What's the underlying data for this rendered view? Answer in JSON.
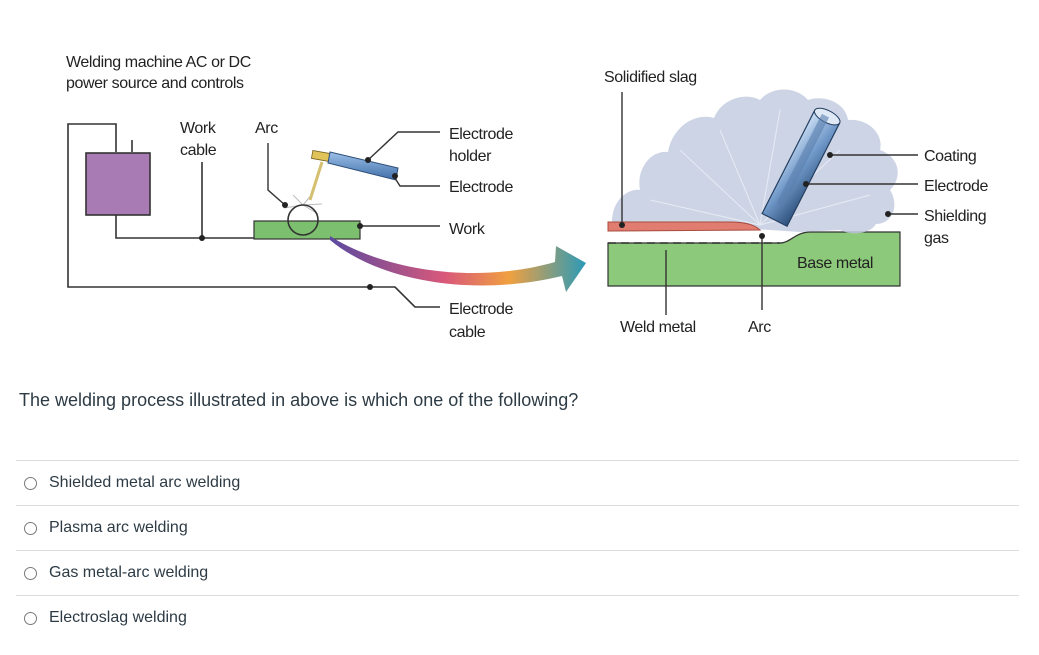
{
  "diagram": {
    "power_source_label": [
      "Welding machine AC or DC",
      "power source and controls"
    ],
    "work_cable_label": [
      "Work",
      "cable"
    ],
    "arc_label": "Arc",
    "electrode_holder_label": [
      "Electrode",
      "holder"
    ],
    "electrode_label": "Electrode",
    "work_label": "Work",
    "electrode_cable_label": [
      "Electrode",
      "cable"
    ],
    "solidified_slag_label": "Solidified slag",
    "coating_label": "Coating",
    "detail_electrode_label": "Electrode",
    "shielding_gas_label": [
      "Shielding",
      "gas"
    ],
    "base_metal_label": "Base metal",
    "weld_metal_label": "Weld metal",
    "detail_arc_label": "Arc"
  },
  "question": {
    "text": "The welding process illustrated in above is which one of the following?"
  },
  "answers": [
    {
      "label": "Shielded metal arc welding"
    },
    {
      "label": "Plasma arc welding"
    },
    {
      "label": "Gas metal-arc welding"
    },
    {
      "label": "Electroslag welding"
    }
  ]
}
